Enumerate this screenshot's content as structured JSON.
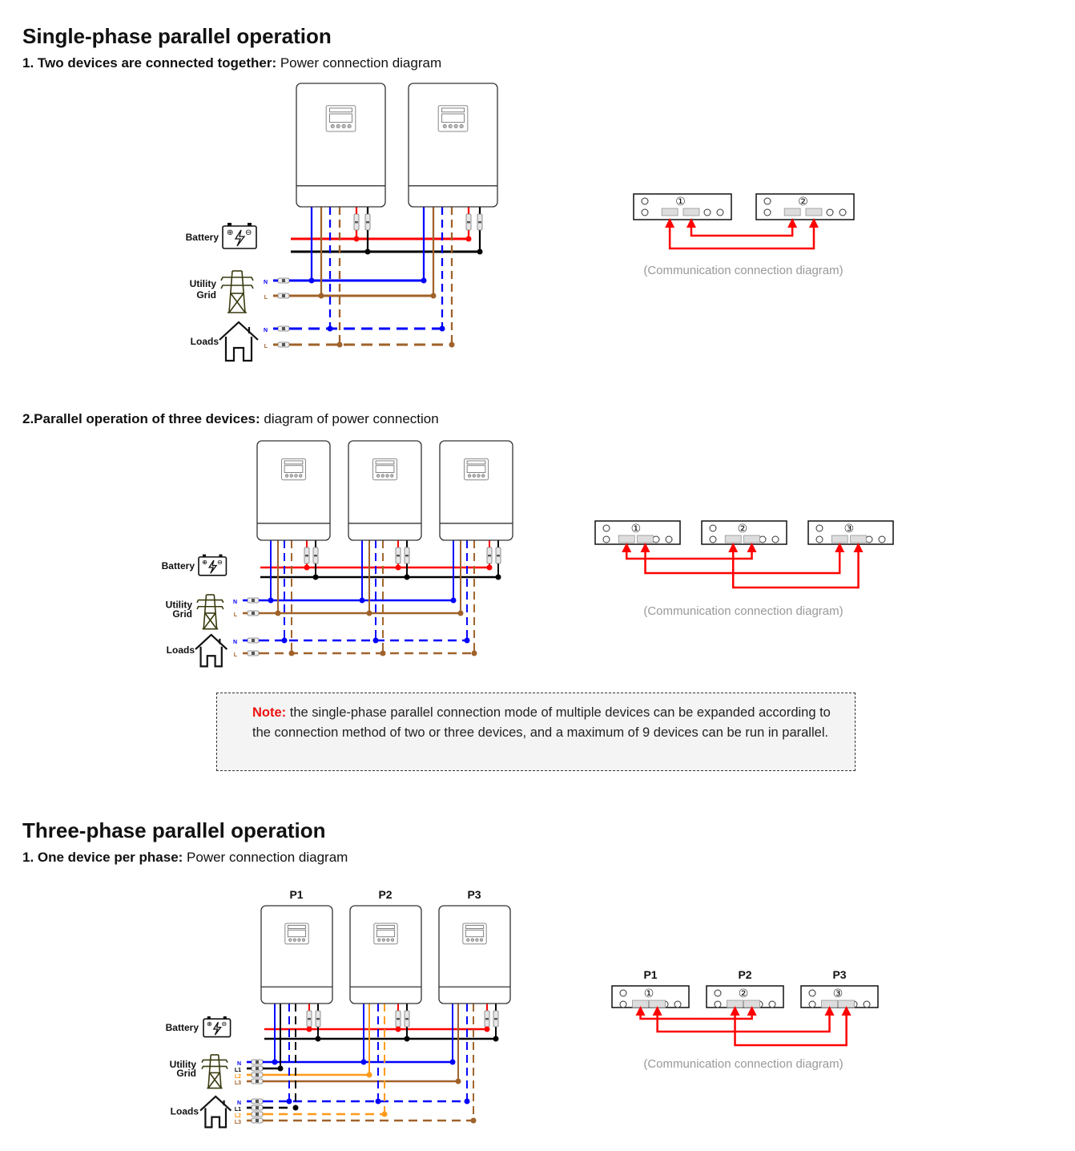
{
  "sections": {
    "single_phase": {
      "title": "Single-phase parallel operation",
      "sub1_bold": "1. Two devices are connected together:",
      "sub1_rest": " Power connection diagram",
      "sub2_bold": "2.Parallel operation of three devices:",
      "sub2_rest": " diagram of power connection"
    },
    "three_phase": {
      "title": "Three-phase parallel operation",
      "sub1_bold": "1. One device per phase:",
      "sub1_rest": " Power connection diagram"
    }
  },
  "labels": {
    "battery": "Battery",
    "utility": "Utility",
    "grid": "Grid",
    "loads": "Loads",
    "n": "N",
    "l": "L",
    "l1": "L1",
    "l2": "L2",
    "l3": "L3",
    "comm_caption": "(Communication connection diagram)",
    "unit_numbers": [
      "①",
      "②",
      "③"
    ],
    "phases": [
      "P1",
      "P2",
      "P3"
    ]
  },
  "note": {
    "label": "Note:",
    "text": " the single-phase parallel connection mode of multiple devices can be expanded according to the connection method of two or three devices, and a maximum of 9 devices can be run in parallel."
  },
  "colors": {
    "battery_pos": "#ff0000",
    "battery_neg": "#000000",
    "neutral": "#0000ff",
    "line": "#a0622a",
    "line2": "#ff9a1a",
    "comm": "#ff0000",
    "tower": "#3a3a10"
  }
}
